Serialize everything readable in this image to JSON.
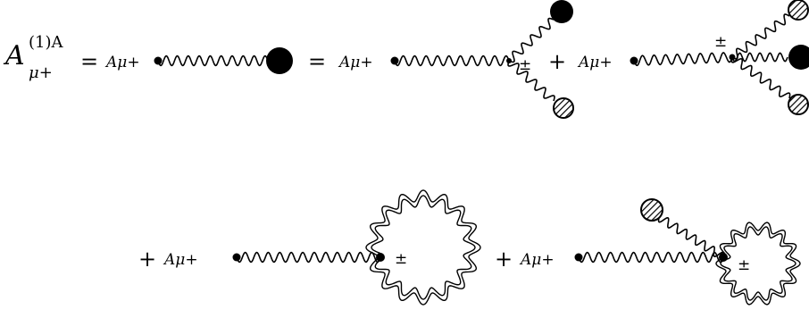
{
  "equation": {
    "lhs": {
      "symbol": "A",
      "superscript": "(1)A",
      "subscript": "μ+"
    },
    "equals": "=",
    "plus": "+",
    "external_label": "Aμ+",
    "vertex_label": "±"
  },
  "terms": [
    {
      "id": "lhs-propagator",
      "kind": "full propagator"
    },
    {
      "id": "term-1",
      "kind": "three-point vertex"
    },
    {
      "id": "term-2",
      "kind": "four-point vertex"
    },
    {
      "id": "term-3",
      "kind": "tadpole loop"
    },
    {
      "id": "term-4",
      "kind": "loop with insertion"
    }
  ],
  "colors": {
    "ink": "#000000",
    "background": "#ffffff"
  }
}
